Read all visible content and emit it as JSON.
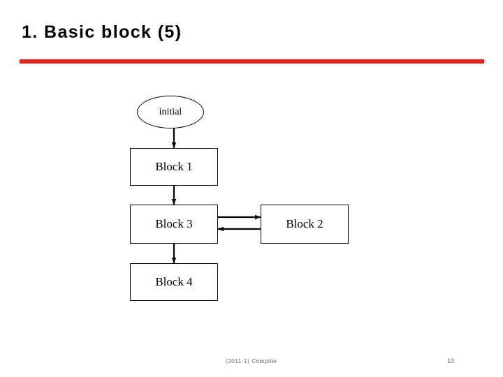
{
  "slide": {
    "title": "1. Basic block (5)",
    "accent_color": "#ED1C1C",
    "background_color": "#FFFFFF"
  },
  "diagram": {
    "type": "flowchart",
    "nodes": [
      {
        "id": "initial",
        "label": "initial",
        "shape": "ellipse"
      },
      {
        "id": "block1",
        "label": "Block 1",
        "shape": "rectangle"
      },
      {
        "id": "block3",
        "label": "Block 3",
        "shape": "rectangle"
      },
      {
        "id": "block2",
        "label": "Block 2",
        "shape": "rectangle"
      },
      {
        "id": "block4",
        "label": "Block 4",
        "shape": "rectangle"
      }
    ],
    "edges": [
      {
        "from": "initial",
        "to": "block1",
        "direction": "down"
      },
      {
        "from": "block1",
        "to": "block3",
        "direction": "down"
      },
      {
        "from": "block3",
        "to": "block2",
        "direction": "right"
      },
      {
        "from": "block2",
        "to": "block3",
        "direction": "left"
      },
      {
        "from": "block3",
        "to": "block4",
        "direction": "down"
      }
    ]
  },
  "footer": {
    "course": "(2011-1) Compiler",
    "page_number": "10"
  }
}
